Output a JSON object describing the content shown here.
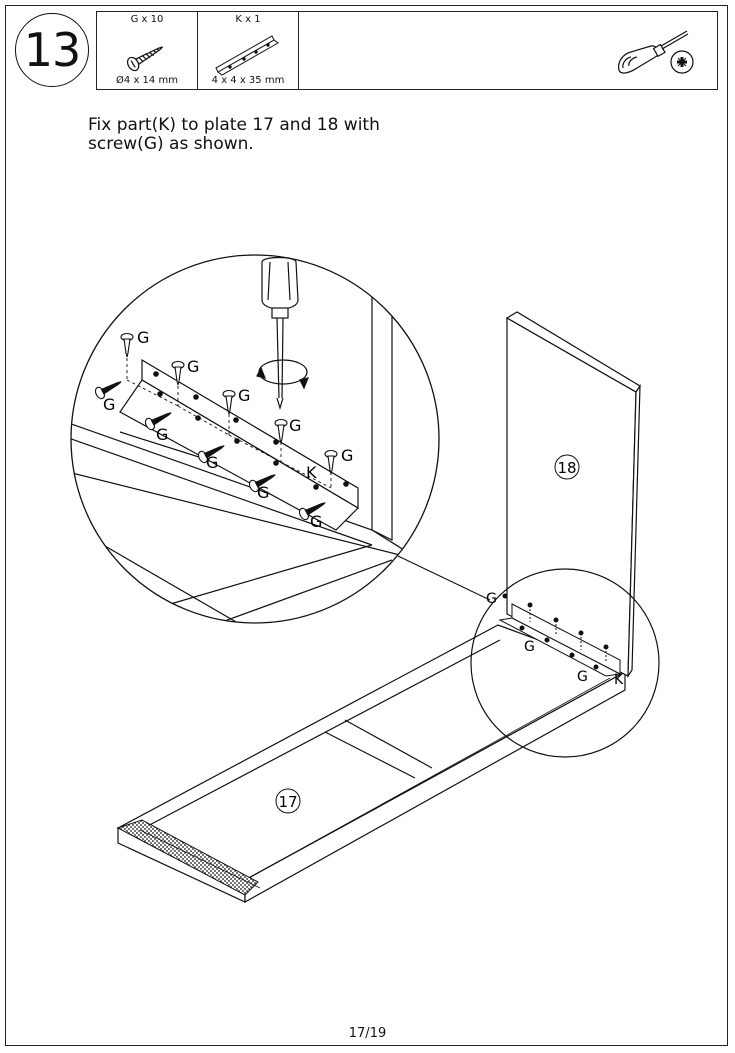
{
  "step": {
    "number": "13"
  },
  "parts": [
    {
      "id": "G",
      "quantity_label": "G x 10",
      "dimension_label": "Ø4 x 14 mm",
      "icon": "screw-icon"
    },
    {
      "id": "K",
      "quantity_label": "K x 1",
      "dimension_label": "4 x 4 x 35 mm",
      "icon": "angle-bracket-icon"
    }
  ],
  "tool": {
    "icon": "phillips-screwdriver-icon"
  },
  "instruction": {
    "line1": "Fix part(K) to plate 17 and 18 with",
    "line2": "screw(G) as shown."
  },
  "diagram": {
    "plate_17_label": "17",
    "plate_18_label": "18",
    "screw_label": "G",
    "bracket_label": "K"
  },
  "footer": {
    "page": "17/19"
  }
}
